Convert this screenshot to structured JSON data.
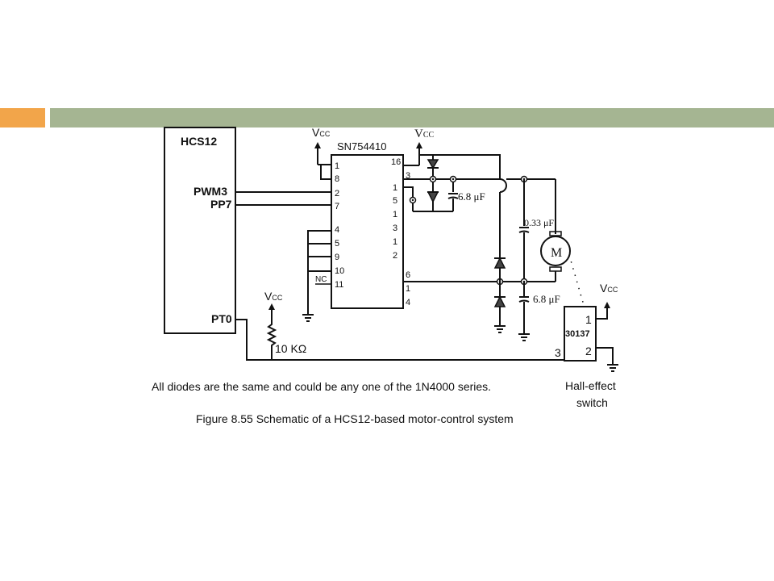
{
  "slide": {
    "accent_color": "#F2A54A",
    "bar_color": "#A5B592"
  },
  "schematic": {
    "mcu_label": "HCS12",
    "pwm_label": "PWM3",
    "pp_label": "PP7",
    "pt_label": "PT0",
    "driver_label": "SN754410",
    "vcc_main": "V",
    "vcc_sub": "CC",
    "left_pins": [
      "1",
      "8",
      "2",
      "7",
      "4",
      "5",
      "9",
      "10",
      "11"
    ],
    "right_pins": [
      "16",
      "3",
      "1",
      "5",
      "1",
      "3",
      "1",
      "2",
      "6",
      "1",
      "4"
    ],
    "nc_label": "NC",
    "cap_top": "6.8 μF",
    "cap_mid": "0.33 μF",
    "cap_bottom": "6.8 μF",
    "motor_label": "M",
    "hall_part": "30137",
    "hall_pin1": "1",
    "hall_pin2": "2",
    "hall_pin3": "3",
    "resistor_label": "10 KΩ",
    "diode_note": "All diodes are the same and could be any one of the 1N4000 series.",
    "hall_caption_1": "Hall-effect",
    "hall_caption_2": "switch",
    "figure_caption": "Figure 8.55 Schematic of a HCS12-based motor-control system"
  }
}
